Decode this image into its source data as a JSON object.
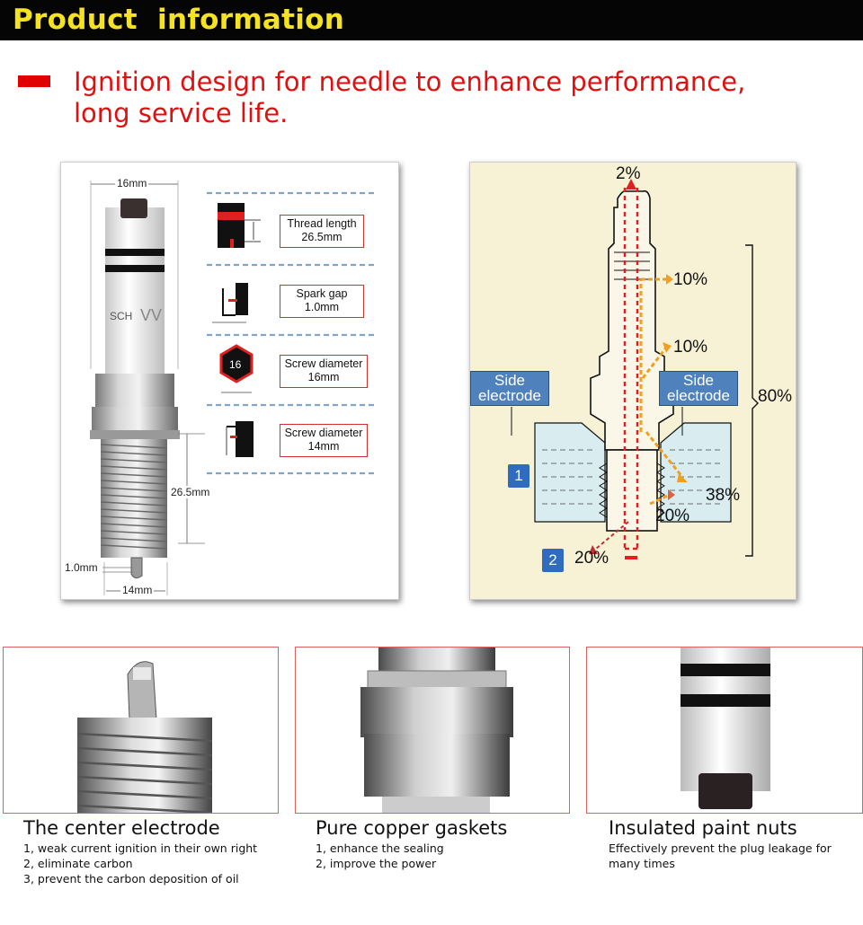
{
  "header": {
    "title": "Product  information"
  },
  "headline": {
    "line1": "Ignition design for needle to enhance performance,",
    "line2": "long service life."
  },
  "dimensions": {
    "top_width": "16mm",
    "thread_length": "26.5mm",
    "gap": "1.0mm",
    "hex_width": "14mm",
    "plug_text": "SCH",
    "plug_text2": "VV"
  },
  "specs": [
    {
      "line1": "Thread length",
      "line2": "26.5mm"
    },
    {
      "line1": "Spark gap",
      "line2": "1.0mm"
    },
    {
      "line1": "Screw diameter",
      "line2": "16mm"
    },
    {
      "line1": "Screw diameter",
      "line2": "14mm"
    }
  ],
  "hex_label": "16",
  "heat_diagram": {
    "top_pct": "2%",
    "pct_upper1": "10%",
    "pct_upper2": "10%",
    "pct_total": "80%",
    "pct_38": "38%",
    "pct_20a": "20%",
    "pct_20b": "20%",
    "side_left_1": "Side",
    "side_left_2": "electrode",
    "side_right_1": "Side",
    "side_right_2": "electrode",
    "badge1": "1",
    "badge2": "2"
  },
  "features": [
    {
      "title": "The center electrode",
      "lines": [
        "1, weak current ignition in their own right",
        "2, eliminate carbon",
        "3, prevent the carbon deposition of oil"
      ]
    },
    {
      "title": "Pure copper gaskets",
      "lines": [
        "1, enhance the sealing",
        "2, improve the power"
      ]
    },
    {
      "title": "Insulated paint nuts",
      "lines": [
        "Effectively prevent the plug leakage for",
        "many times"
      ]
    }
  ],
  "colors": {
    "accent_red": "#e01010",
    "title_yellow": "#f5e321",
    "side_blue": "#4f81bd",
    "diagram_bg": "#f7f1d6"
  }
}
